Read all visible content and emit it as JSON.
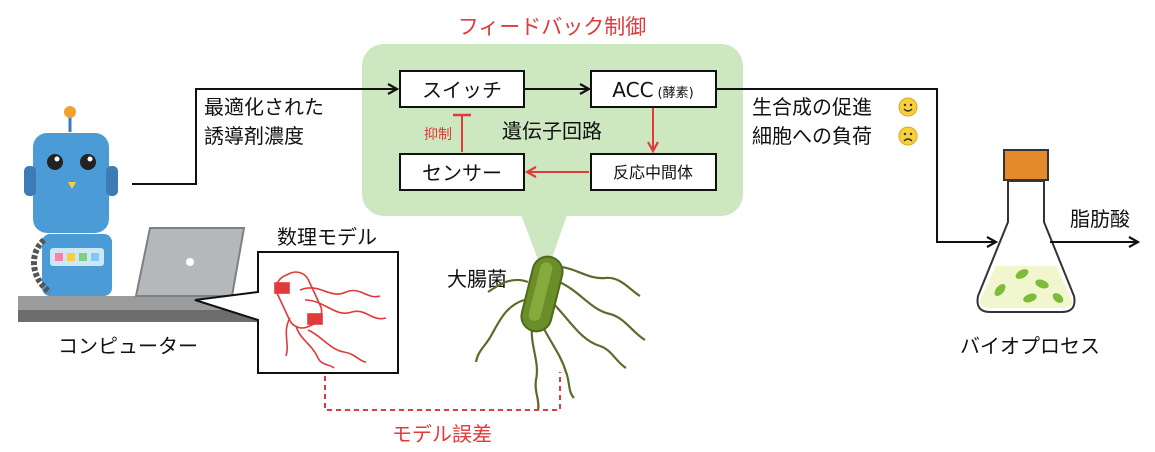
{
  "title": "フィードバック制御",
  "boxes": {
    "switch": "スイッチ",
    "acc": "ACC",
    "acc_note": "(酵素)",
    "sensor": "センサー",
    "intermediate": "反応中間体"
  },
  "labels": {
    "inhibition": "抑制",
    "gene_circuit": "遺伝子回路",
    "inducer_line1": "最適化された",
    "inducer_line2": "誘導剤濃度",
    "computer": "コンピューター",
    "math_model": "数理モデル",
    "ecoli": "大腸菌",
    "model_error": "モデル誤差",
    "growth_line1": "生合成の促進",
    "growth_line2": "細胞への負荷",
    "bioprocess": "バイオプロセス",
    "fatty_acid": "脂肪酸"
  },
  "colors": {
    "feedback_bg": "#cde7c0",
    "red": "#e03a3a",
    "robot_blue": "#4a9bd6",
    "flask_cap": "#e48a2a",
    "ecoli_green": "#6b8e2a"
  },
  "icons": {
    "smile": "smile-face-icon",
    "frown": "frown-face-icon"
  }
}
